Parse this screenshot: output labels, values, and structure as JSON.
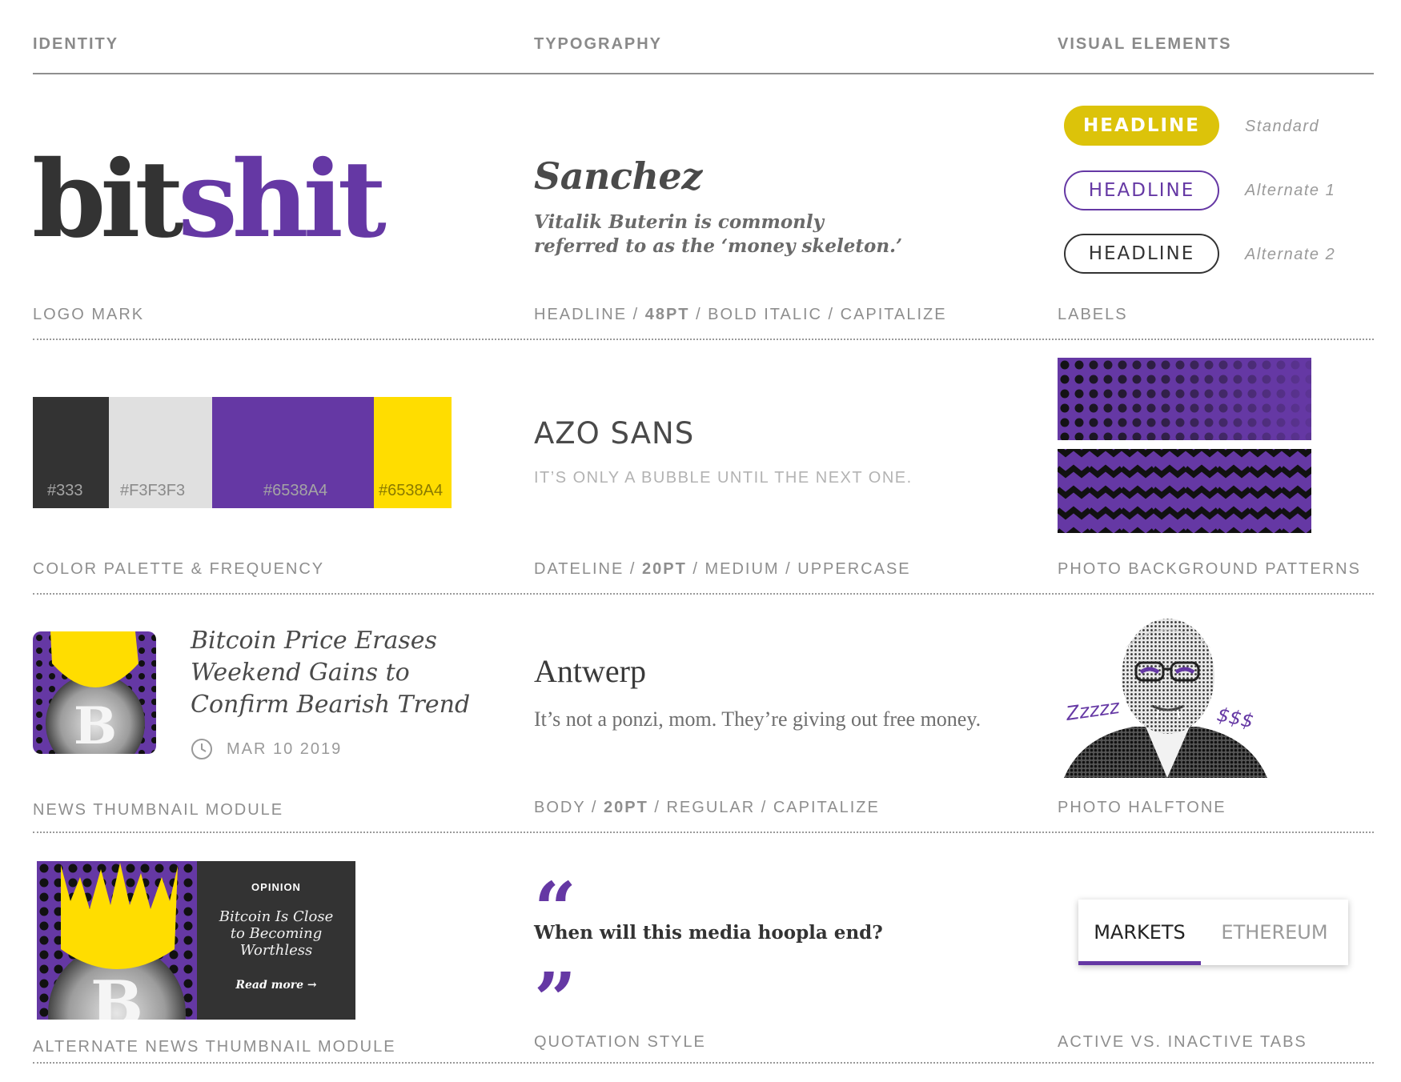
{
  "columns": {
    "identity": "IDENTITY",
    "typography": "TYPOGRAPHY",
    "visual_elements": "VISUAL ELEMENTS"
  },
  "logo": {
    "part1": "bit",
    "part2": "shit",
    "caption": "LOGO MARK"
  },
  "fonts": {
    "headline": {
      "name": "Sanchez",
      "sample": "Vitalik Buterin is commonly referred to as the ‘money skeleton.’",
      "caption_a": "HEADLINE / ",
      "caption_size": "48PT",
      "caption_b": " / BOLD ITALIC / CAPITALIZE"
    },
    "dateline": {
      "name": "AZO SANS",
      "sample": "IT’S ONLY A BUBBLE UNTIL THE NEXT ONE.",
      "caption_a": "DATELINE / ",
      "caption_size": "20PT",
      "caption_b": " / MEDIUM / UPPERCASE"
    },
    "body": {
      "name": "Antwerp",
      "sample": "It’s not a ponzi, mom. They’re giving out free money.",
      "caption_a": "BODY / ",
      "caption_size": "20PT",
      "caption_b": " / REGULAR / CAPITALIZE"
    }
  },
  "labels": {
    "caption": "LABELS",
    "items": [
      {
        "text": "HEADLINE",
        "note": "Standard"
      },
      {
        "text": "HEADLINE",
        "note": "Alternate 1"
      },
      {
        "text": "HEADLINE",
        "note": "Alternate 2"
      }
    ]
  },
  "palette": {
    "caption": "COLOR PALETTE & FREQUENCY",
    "swatches": [
      {
        "label": "#333",
        "color": "#333333"
      },
      {
        "label": "#F3F3F3",
        "color": "#E0E0E0"
      },
      {
        "label": "#6538A4",
        "color": "#6538A4"
      },
      {
        "label": "#6538A4",
        "color": "#FFDD00"
      }
    ]
  },
  "patterns": {
    "caption": "PHOTO BACKGROUND PATTERNS"
  },
  "news": {
    "title": "Bitcoin Price Erases Weekend Gains to Confirm Bearish Trend",
    "date": "MAR 10 2019",
    "caption": "NEWS THUMBNAIL MODULE"
  },
  "halftone": {
    "caption": "PHOTO HALFTONE",
    "zzz": "Zzzzz",
    "money": "$$$"
  },
  "alt_news": {
    "kicker": "OPINION",
    "title": "Bitcoin Is Close to Becoming Worthless",
    "read_more": "Read more",
    "caption": "ALTERNATE NEWS THUMBNAIL MODULE"
  },
  "quote": {
    "open": "“",
    "close": "”",
    "text": "When will this media hoopla end?",
    "caption": "QUOTATION STYLE"
  },
  "tabs": {
    "items": [
      "MARKETS",
      "ETHEREUM"
    ],
    "active": "MARKETS",
    "caption": "ACTIVE VS. INACTIVE TABS"
  },
  "colors": {
    "purple": "#6538A4",
    "yellow": "#FFDD00",
    "dark": "#333333",
    "light": "#F3F3F3"
  }
}
